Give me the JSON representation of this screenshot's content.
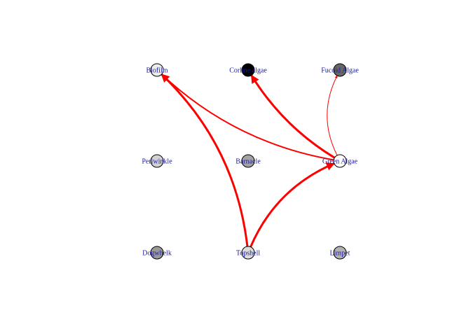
{
  "nodes": [
    {
      "id": "biofilm",
      "label": "Biofilm",
      "fill": "#ececec",
      "row": 0,
      "col": 0
    },
    {
      "id": "corline",
      "label": "Corline algae",
      "fill": "#000000",
      "row": 0,
      "col": 1
    },
    {
      "id": "fucoid",
      "label": "Fucoid Algae",
      "fill": "#676767",
      "row": 0,
      "col": 2
    },
    {
      "id": "periwinkle",
      "label": "Periwinkle",
      "fill": "#d2d2d2",
      "row": 1,
      "col": 0
    },
    {
      "id": "barnacle",
      "label": "Barnacle",
      "fill": "#a3a3a3",
      "row": 1,
      "col": 1
    },
    {
      "id": "green",
      "label": "Green Algae",
      "fill": "#ffffff",
      "row": 1,
      "col": 2
    },
    {
      "id": "dogwhelk",
      "label": "Dogwhelk",
      "fill": "#9a9a9a",
      "row": 2,
      "col": 0
    },
    {
      "id": "topshell",
      "label": "Topshell",
      "fill": "#dcdcdc",
      "row": 2,
      "col": 1
    },
    {
      "id": "limpet",
      "label": "Limpet",
      "fill": "#b2b2b2",
      "row": 2,
      "col": 2
    }
  ],
  "edges": [
    {
      "from": "topshell",
      "to": "biofilm",
      "weight": 3,
      "curve": 0.18
    },
    {
      "from": "topshell",
      "to": "green",
      "weight": 3,
      "curve": -0.2
    },
    {
      "from": "green",
      "to": "biofilm",
      "weight": 2,
      "curve": -0.15
    },
    {
      "from": "green",
      "to": "corline",
      "weight": 3,
      "curve": -0.12
    },
    {
      "from": "green",
      "to": "fucoid",
      "weight": 1,
      "curve": -0.25
    }
  ],
  "edge_color": "#ff0000"
}
